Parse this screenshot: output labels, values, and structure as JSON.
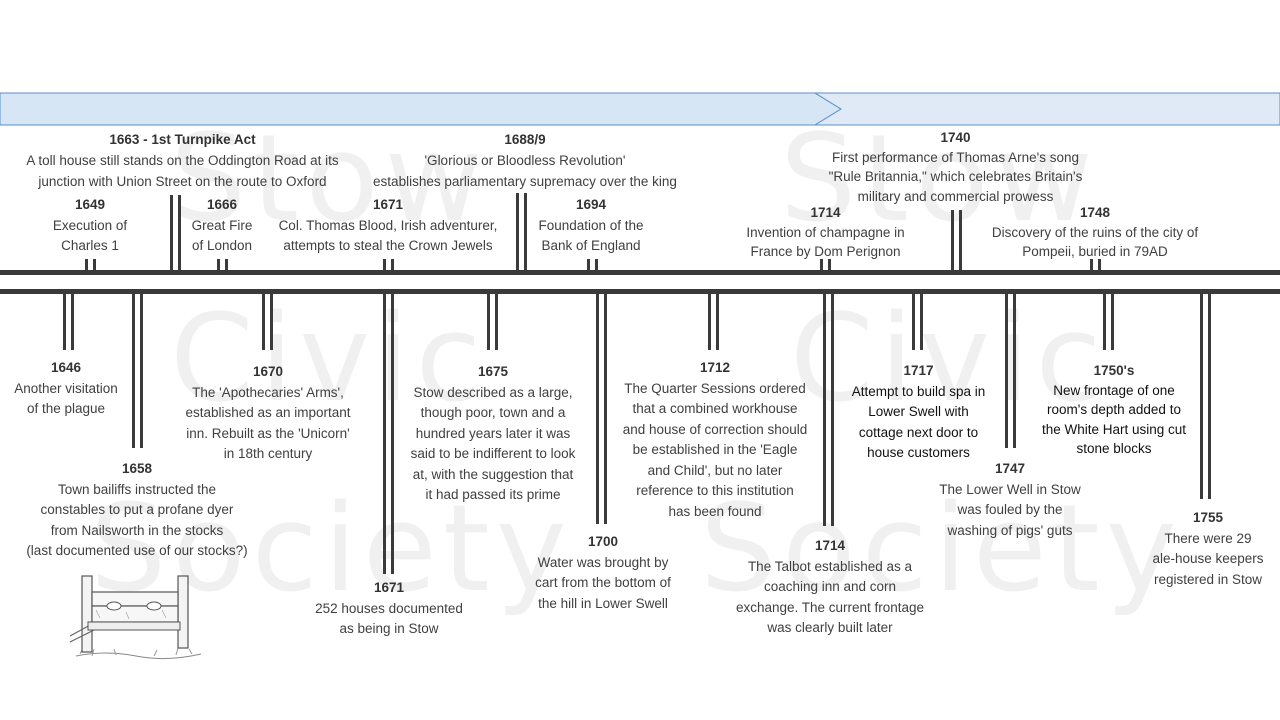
{
  "watermark": {
    "line1": "Stow",
    "line2": "Civic",
    "line3": "Society"
  },
  "events_above": [
    {
      "year": "1649",
      "text": "Execution of\nCharles 1"
    },
    {
      "year": "1663 - 1st Turnpike Act",
      "text": "A toll house still stands on the Oddington Road at its\njunction with Union Street on the route to Oxford"
    },
    {
      "year": "1666",
      "text": "Great Fire\nof London"
    },
    {
      "year": "1671",
      "text": "Col. Thomas Blood, Irish adventurer,\nattempts to steal the Crown Jewels"
    },
    {
      "year": "1688/9",
      "text": "'Glorious or Bloodless Revolution'\nestablishes parliamentary supremacy over the king"
    },
    {
      "year": "1694",
      "text": "Foundation of the\nBank of England"
    },
    {
      "year": "1714",
      "text": "Invention of champagne in\nFrance by Dom Perignon"
    },
    {
      "year": "1740",
      "text": "First performance of Thomas Arne's song\n\"Rule Britannia,\" which celebrates Britain's\nmilitary and commercial prowess"
    },
    {
      "year": "1748",
      "text": "Discovery of the ruins of the city of\nPompeii, buried in 79AD"
    }
  ],
  "events_below": [
    {
      "year": "1646",
      "text": "Another visitation\nof the plague"
    },
    {
      "year": "1658",
      "text": "Town bailiffs instructed the\nconstables to put a profane dyer\nfrom Nailsworth in the stocks\n(last documented use of our stocks?)"
    },
    {
      "year": "1670",
      "text": "The 'Apothecaries' Arms',\nestablished as an important\ninn. Rebuilt as the 'Unicorn'\nin 18th century"
    },
    {
      "year": "1671",
      "text": "252 houses documented\nas being in Stow"
    },
    {
      "year": "1675",
      "text": "Stow described as a large,\nthough poor, town and a\nhundred years later it was\nsaid to be indifferent to look\nat, with the suggestion that\nit had passed its prime"
    },
    {
      "year": "1700",
      "text": "Water was brought by\ncart from the bottom of\nthe hill in Lower Swell"
    },
    {
      "year": "1712",
      "text": "The Quarter Sessions ordered\nthat a combined workhouse\nand house of correction should\nbe established in the 'Eagle\nand Child', but no later\nreference to this institution\nhas been found"
    },
    {
      "year": "1714",
      "text": "The Talbot established as a\ncoaching inn and corn\nexchange. The current frontage\nwas clearly built later"
    },
    {
      "year": "1717",
      "text": "Attempt to build spa in\nLower Swell with\ncottage next door to\nhouse customers"
    },
    {
      "year": "1747",
      "text": "The Lower Well in Stow\nwas fouled by the\nwashing of pigs' guts"
    },
    {
      "year": "1750's",
      "text": "New frontage of one\nroom's depth added to\nthe White Hart using cut\nstone blocks"
    },
    {
      "year": "1755",
      "text": "There were 29\nale-house keepers\nregistered in Stow"
    }
  ],
  "colors": {
    "band": "#dce9f5",
    "band_border": "#5b8fc7",
    "axis": "#3a3a3a",
    "text": "#404040"
  },
  "icons": {
    "stocks": "stocks-illustration"
  }
}
